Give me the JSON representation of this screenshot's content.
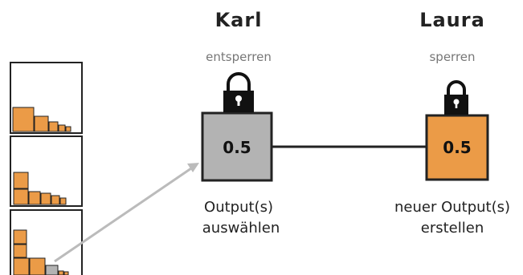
{
  "left_node": {
    "name": "Karl",
    "action": "entsperren",
    "value": "0.5",
    "caption_line1": "Output(s)",
    "caption_line2": "auswählen",
    "color": "#b3b3b3"
  },
  "right_node": {
    "name": "Laura",
    "action": "sperren",
    "value": "0.5",
    "caption_line1": "neuer Output(s)",
    "caption_line2": "erstellen",
    "color": "#eb9b47"
  },
  "colors": {
    "orange": "#eb9b47",
    "gray": "#b3b3b3",
    "line": "#222222",
    "arrow": "#bbbbbb"
  },
  "icons": [
    "padlock-icon",
    "padlock-icon"
  ]
}
